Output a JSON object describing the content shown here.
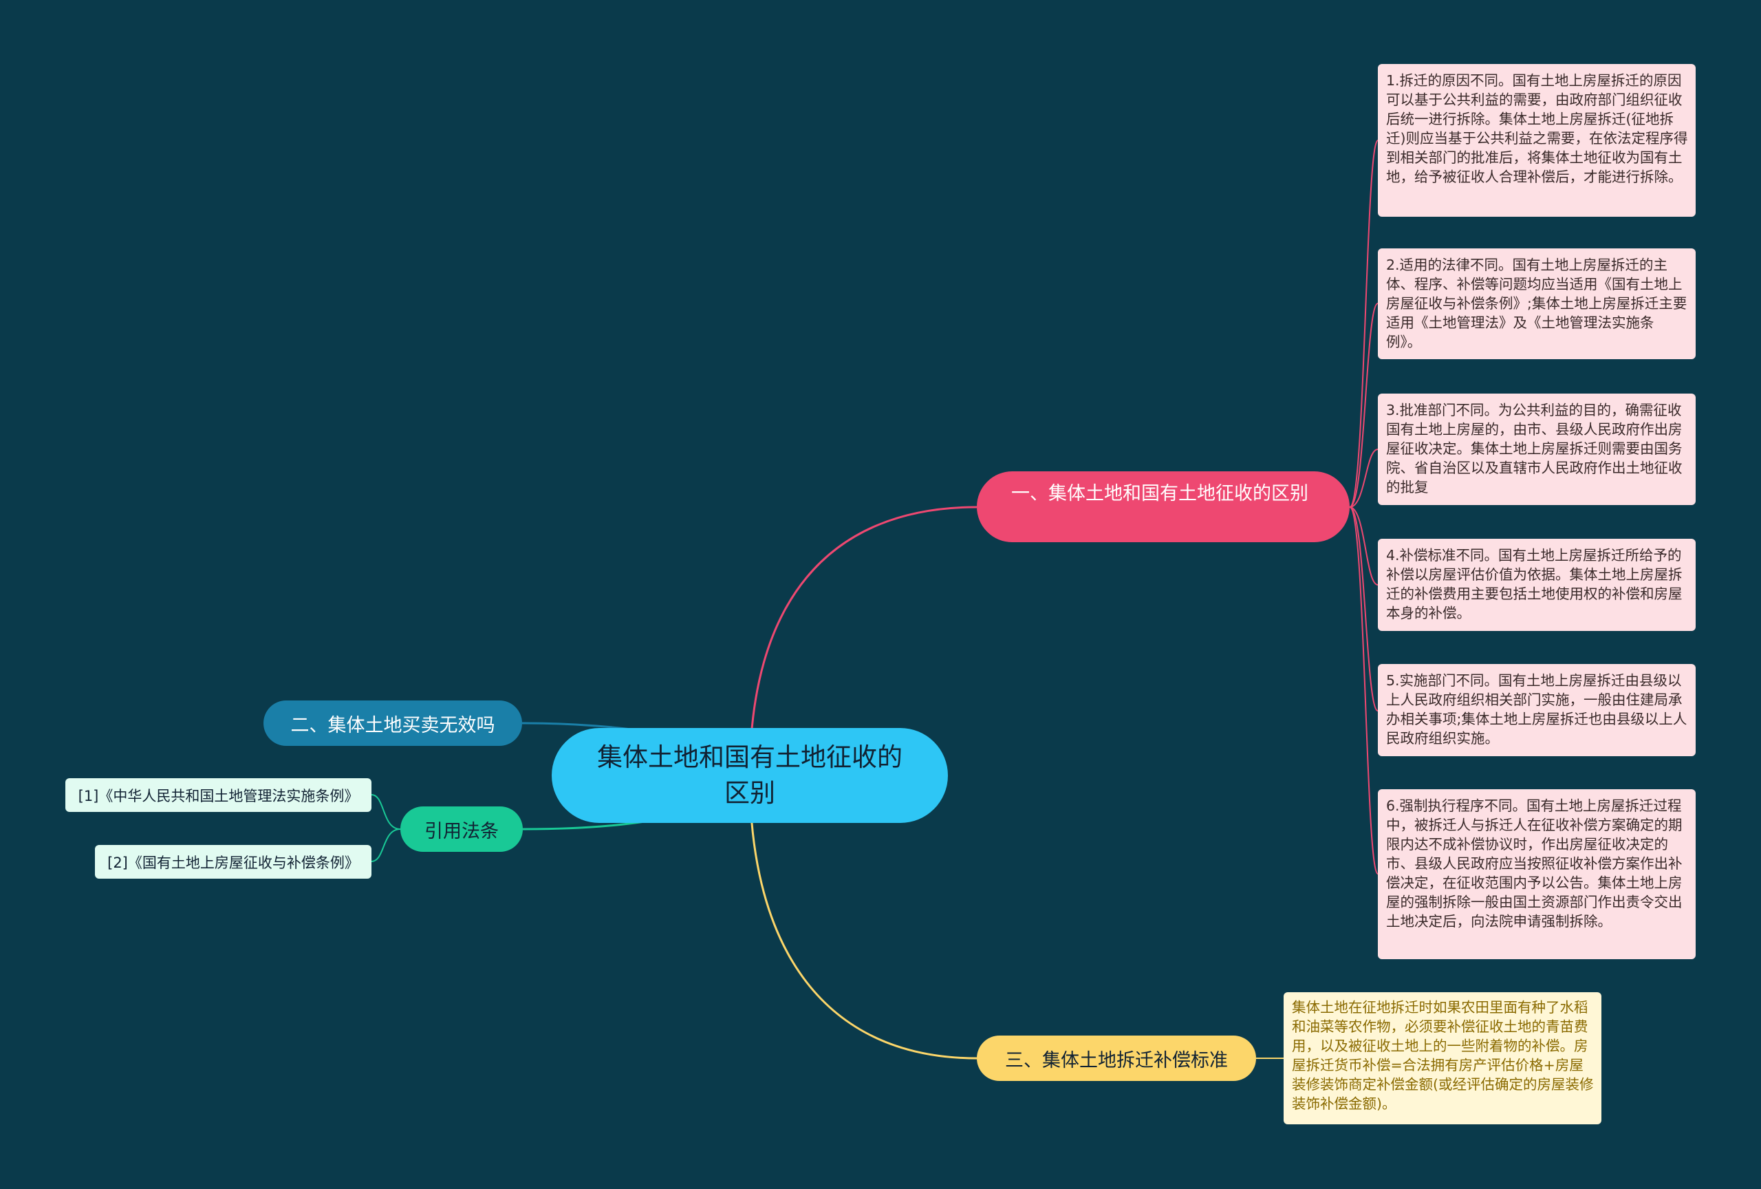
{
  "root": {
    "label": "集体土地和国有土地征收的区别"
  },
  "branch1": {
    "label": "一、集体土地和国有土地征收的区别",
    "color": "#ee4871",
    "items": [
      "1.拆迁的原因不同。国有土地上房屋拆迁的原因可以基于公共利益的需要，由政府部门组织征收后统一进行拆除。集体土地上房屋拆迁(征地拆迁)则应当基于公共利益之需要，在依法定程序得到相关部门的批准后，将集体土地征收为国有土地，给予被征收人合理补偿后，才能进行拆除。",
      "2.适用的法律不同。国有土地上房屋拆迁的主体、程序、补偿等问题均应当适用《国有土地上房屋征收与补偿条例》;集体土地上房屋拆迁主要适用《土地管理法》及《土地管理法实施条例》。",
      "3.批准部门不同。为公共利益的目的，确需征收国有土地上房屋的，由市、县级人民政府作出房屋征收决定。集体土地上房屋拆迁则需要由国务院、省自治区以及直辖市人民政府作出土地征收的批复",
      "4.补偿标准不同。国有土地上房屋拆迁所给予的补偿以房屋评估价值为依据。集体土地上房屋拆迁的补偿费用主要包括土地使用权的补偿和房屋本身的补偿。",
      "5.实施部门不同。国有土地上房屋拆迁由县级以上人民政府组织相关部门实施，一般由住建局承办相关事项;集体土地上房屋拆迁也由县级以上人民政府组织实施。",
      "6.强制执行程序不同。国有土地上房屋拆迁过程中，被拆迁人与拆迁人在征收补偿方案确定的期限内达不成补偿协议时，作出房屋征收决定的市、县级人民政府应当按照征收补偿方案作出补偿决定，在征收范围内予以公告。集体土地上房屋的强制拆除一般由国土资源部门作出责令交出土地决定后，向法院申请强制拆除。"
    ]
  },
  "branch2": {
    "label": "二、集体土地买卖无效吗",
    "color": "#1a7fa8"
  },
  "branch3": {
    "label": "引用法条",
    "color": "#19c996",
    "items": [
      "[1]《中华人民共和国土地管理法实施条例》",
      "[2]《国有土地上房屋征收与补偿条例》"
    ]
  },
  "branch4": {
    "label": "三、集体土地拆迁补偿标准",
    "color": "#fcd66a",
    "items": [
      "集体土地在征地拆迁时如果农田里面有种了水稻和油菜等农作物，必须要补偿征收土地的青苗费用，以及被征收土地上的一些附着物的补偿。房屋拆迁货币补偿=合法拥有房产评估价格+房屋装修装饰商定补偿金额(或经评估确定的房屋装修装饰补偿金额)。"
    ]
  }
}
